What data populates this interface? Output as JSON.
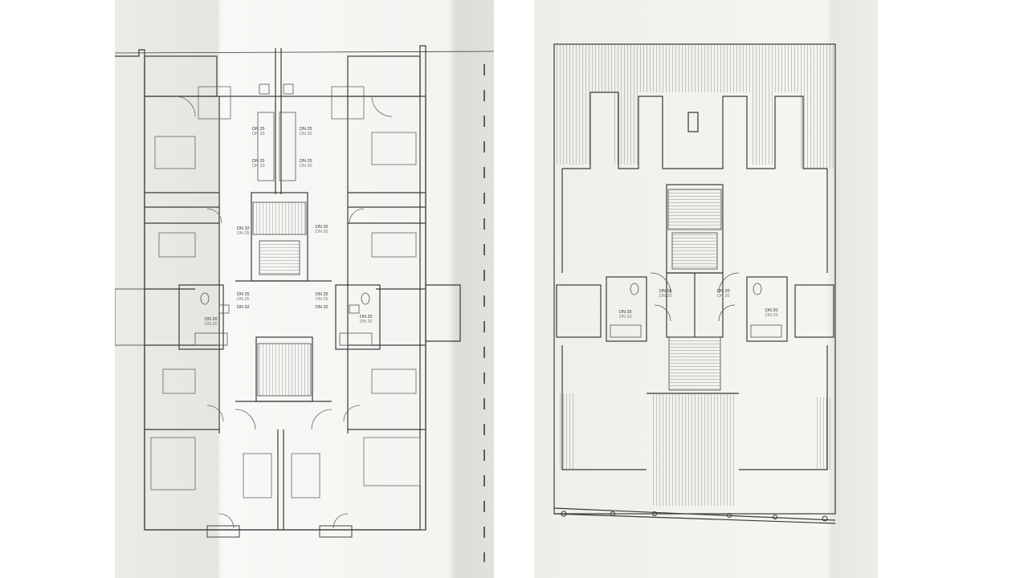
{
  "plans": [
    {
      "id": "ground-floor",
      "pipe_labels": [
        {
          "id": "dn-a1",
          "main": "DN 25",
          "sub": "DN 25"
        },
        {
          "id": "dn-a2",
          "main": "DN 25",
          "sub": "DN 25"
        },
        {
          "id": "dn-a3",
          "main": "DN 25",
          "sub": "DN 20"
        },
        {
          "id": "dn-a4",
          "main": "DN 25",
          "sub": "DN 20"
        },
        {
          "id": "dn-b1",
          "main": "DN 32",
          "sub": "DN 25"
        },
        {
          "id": "dn-b2",
          "main": "DN 32",
          "sub": "DN 25"
        },
        {
          "id": "dn-c1",
          "main": "DN 25",
          "sub": "DN 25"
        },
        {
          "id": "dn-c2",
          "main": "DN 25",
          "sub": "DN 25"
        },
        {
          "id": "dn-c3",
          "main": "DN 32",
          "sub": ""
        },
        {
          "id": "dn-c4",
          "main": "DN 32",
          "sub": ""
        },
        {
          "id": "dn-d1",
          "main": "DN 20",
          "sub": "DN 20"
        },
        {
          "id": "dn-d2",
          "main": "DN 20",
          "sub": "DN 20"
        }
      ]
    },
    {
      "id": "attic-floor",
      "pipe_labels": [
        {
          "id": "dn-e1",
          "main": "DN 20",
          "sub": "DN 20"
        },
        {
          "id": "dn-e2",
          "main": "DN 20",
          "sub": "DN 20"
        },
        {
          "id": "dn-e3",
          "main": "DN 20",
          "sub": "DN 20"
        },
        {
          "id": "dn-e4",
          "main": "DN 20",
          "sub": "DN 25"
        }
      ]
    }
  ]
}
